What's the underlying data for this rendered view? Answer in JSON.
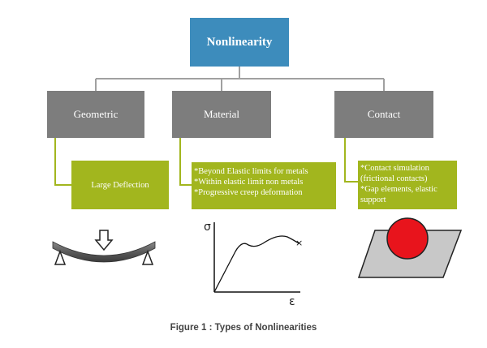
{
  "diagram": {
    "root": {
      "label": "Nonlinearity"
    },
    "categories": [
      {
        "label": "Geometric",
        "details": [
          "Large Deflection"
        ],
        "illustration": "beam-deflection"
      },
      {
        "label": "Material",
        "details": [
          "*Beyond Elastic limits for metals",
          "*Within elastic limit non metals",
          "*Progressive creep deformation"
        ],
        "illustration": "stress-strain-curve"
      },
      {
        "label": "Contact",
        "details": [
          "*Contact simulation",
          "(frictional contacts)",
          "*Gap elements, elastic",
          "support"
        ],
        "illustration": "sphere-on-plate"
      }
    ],
    "stress_strain_axes": {
      "y": "σ",
      "x": "ε"
    }
  },
  "caption": "Figure 1 : Types of Nonlinearities",
  "colors": {
    "root": "#3d8cbc",
    "category": "#7d7d7d",
    "detail": "#a2b61e",
    "connector": "#a0a0a0",
    "detail_connector": "#a2b61e",
    "sphere": "#e8141c",
    "plate": "#c8c8c8"
  }
}
